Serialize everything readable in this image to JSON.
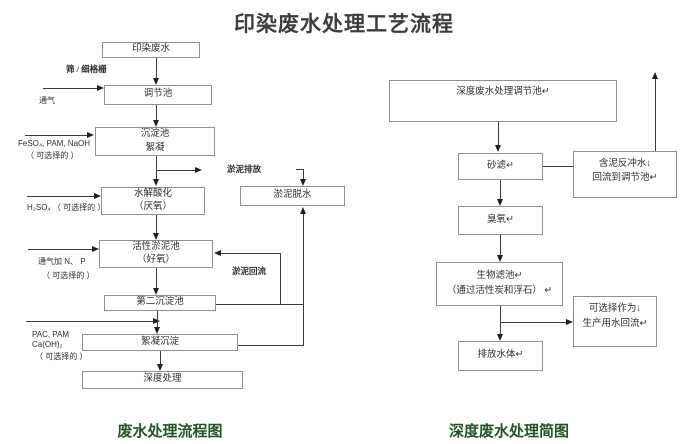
{
  "title": "印染废水处理工艺流程",
  "left": {
    "caption": "废水处理流程图",
    "nodes": {
      "source": "印染废水",
      "regulating": "调节池",
      "sediment1": "沉淀池",
      "sediment2": "絮凝",
      "hydrolysis1": "水解酸化",
      "hydrolysis2": "（厌氧）",
      "sludge_tank1": "活性淤泥池",
      "sludge_tank2": "（好氧）",
      "secondary": "第二沉淀池",
      "coagulation": "絮凝沉淀",
      "advanced": "深度处理",
      "dewatering": "淤泥脱水"
    },
    "labels": {
      "screen": "筛 / 细格栅",
      "aeration": "通气",
      "feso4": "FeSO₄, PAM, NaOH",
      "optional1": "（ 可选择的 ）",
      "h2so4": "H₂SO₄ （ 可选择的 ）",
      "np": "通气加 N、 P",
      "optional2": "（ 可选择的 ）",
      "pac": "PAC, PAM",
      "caoh": "Ca(OH)₂",
      "optional3": "（ 可选择的 ）",
      "sludge_discharge": "淤泥排放",
      "sludge_return": "淤泥回流"
    }
  },
  "right": {
    "caption": "深度废水处理简图",
    "nodes": {
      "regulating": "深度废水处理调节池↵",
      "sand": "砂滤↵",
      "backwash1": "含泥反冲水↓",
      "backwash2": "回流到调节池↵",
      "ozone": "臭氧↵",
      "biofilter1": "生物滤池↵",
      "biofilter2": "（通过活性炭和浮石） ↵",
      "reuse1": "可选择作为↓",
      "reuse2": "生产用水回流↵",
      "discharge": "排放水体↵"
    }
  }
}
